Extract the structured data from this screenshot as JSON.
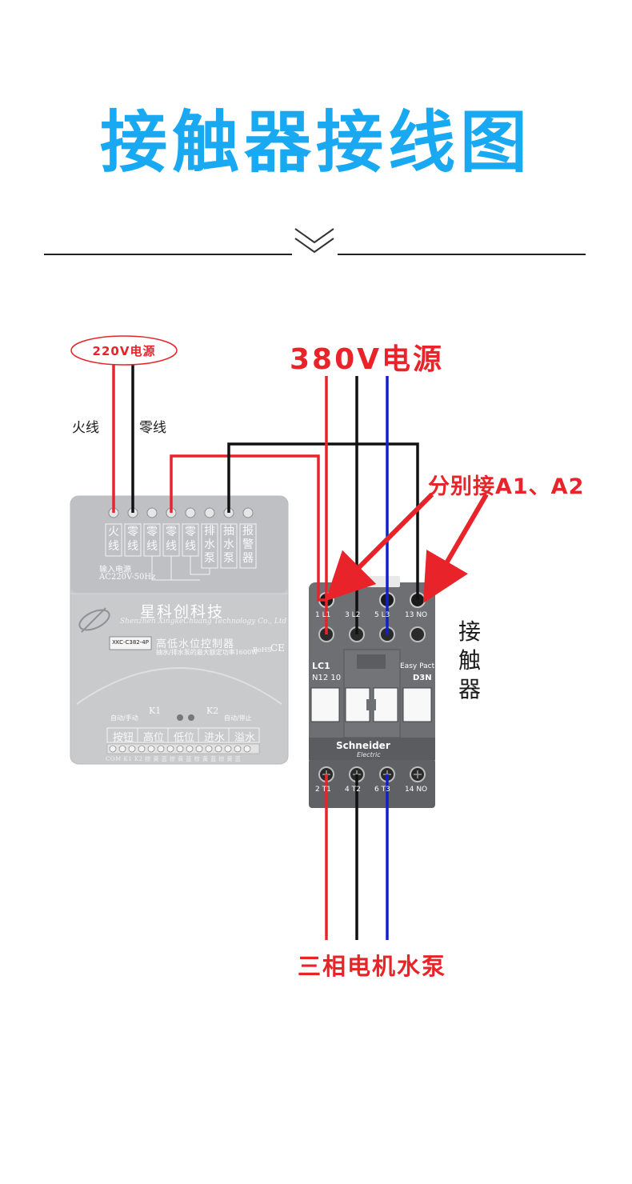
{
  "title": "接触器接线图",
  "power_220": {
    "label": "220V电源",
    "live": "火线",
    "neutral": "零线"
  },
  "power_380": {
    "label": "380V电源"
  },
  "coil_note": "分别接A1、A2",
  "contactor_label": [
    "接",
    "触",
    "器"
  ],
  "motor_label": "三相电机水泵",
  "controller": {
    "top_terminals": [
      "火线",
      "零线",
      "零线",
      "零线",
      "零线",
      "排水泵",
      "抽水泵",
      "报警器"
    ],
    "input_label": "输入电源",
    "input_spec": "AC220V-50Hz",
    "brand": "星科创科技",
    "brand_en": "Shenzhen XingkeChuang Technology Co., Ltd",
    "model": "XKC-C382-4P",
    "product": "高低水位控制器",
    "product_note": "抽水/排水泵的最大额定功率1600W",
    "rohs": "RoHS",
    "ce": "CE",
    "k1": "K1",
    "k2": "K2",
    "mode1": "自动/手动",
    "mode2": "自动/停止",
    "bottom_groups": [
      "按钮",
      "高位",
      "低位",
      "进水",
      "溢水"
    ],
    "bottom_terminals": "COM K1 K2 棕 黄 蓝 棕 黄 蓝 棕 黄 蓝 棕 黄 蓝"
  },
  "contactor": {
    "top_terminals": [
      "1 L1",
      "3 L2",
      "5 L3",
      "13 NO"
    ],
    "bottom_terminals": [
      "2 T1",
      "4 T2",
      "6 T3",
      "14 NO"
    ],
    "model_left": "LC1",
    "model_left2": "N12  10",
    "model_right": "Easy Pact",
    "model_right2": "D3N",
    "brand": "Schneider",
    "brand_sub": "Electric"
  },
  "colors": {
    "accent": "#19a9f2",
    "red": "#e8242a",
    "blue": "#1320c8",
    "black": "#111111"
  }
}
